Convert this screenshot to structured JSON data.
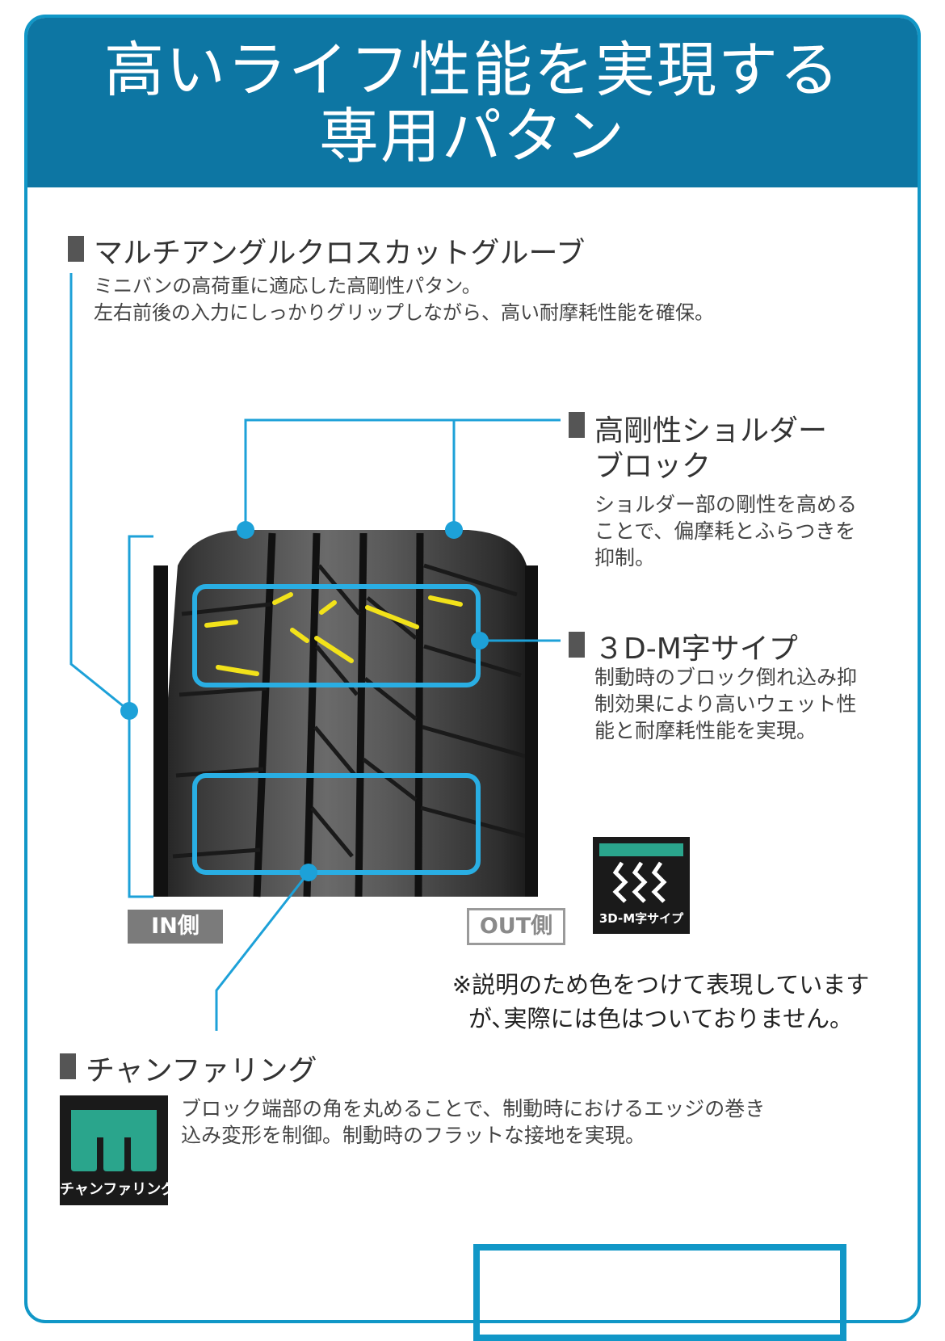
{
  "banner": {
    "title": "高いライフ性能を実現する\n専用パタン"
  },
  "features": {
    "groove": {
      "heading": "マルチアングルクロスカットグルーブ",
      "text": "ミニバンの高荷重に適応した高剛性パタン。\n左右前後の入力にしっかりグリップしながら、高い耐摩耗性能を確保。"
    },
    "shoulder": {
      "heading_line1": "高剛性ショルダー",
      "heading_line2": "ブロック",
      "text": "ショルダー部の剛性を高める\nことで、偏摩耗とふらつきを\n抑制。"
    },
    "sipe": {
      "heading": "３D-M字サイプ",
      "text": "制動時のブロック倒れ込み抑\n制効果により高いウェット性\n能と耐摩耗性能を実現。",
      "icon_label": "3D-M字サイプ"
    },
    "chamfer": {
      "heading": "チャンファリング",
      "text": "ブロック端部の角を丸めることで、制動時におけるエッジの巻き\n込み変形を制御。制動時のフラットな接地を実現。",
      "icon_label": "チャンファリング"
    }
  },
  "tire": {
    "in_label": "IN側",
    "out_label": "OUT側"
  },
  "note": "※説明のため色をつけて表現しています\nが､実際には色はついておりません。",
  "colors": {
    "banner": "#0d76a3",
    "accent": "#1197c7",
    "highlight": "#f2e21a",
    "icon_teal": "#2aa58c"
  },
  "icons": {
    "tire": "tire-tread-image",
    "sipe": "wavy-sipe-icon",
    "chamfer": "chamfer-block-icon"
  }
}
